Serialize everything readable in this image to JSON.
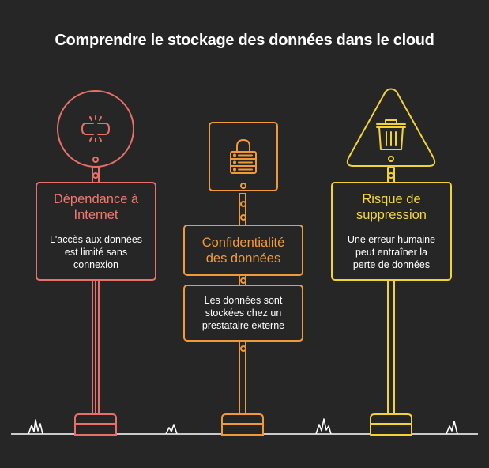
{
  "title": "Comprendre le stockage des données dans le cloud",
  "signs": [
    {
      "heading_lines": [
        "Dépendance à",
        "Internet"
      ],
      "description_lines": [
        "L'accès aux données",
        "est limité sans",
        "connexion"
      ],
      "icon": "broken-link-icon",
      "color": "#E8706A"
    },
    {
      "heading_lines": [
        "Confidentialité",
        "des données"
      ],
      "description_lines": [
        "Les données sont",
        "stockées chez un",
        "prestataire externe"
      ],
      "icon": "lock-server-icon",
      "color": "#EE9A3A"
    },
    {
      "heading_lines": [
        "Risque de",
        "suppression"
      ],
      "description_lines": [
        "Une erreur humaine",
        "peut entraîner la",
        "perte de données"
      ],
      "icon": "trash-warning-icon",
      "color": "#F0D23A"
    }
  ]
}
